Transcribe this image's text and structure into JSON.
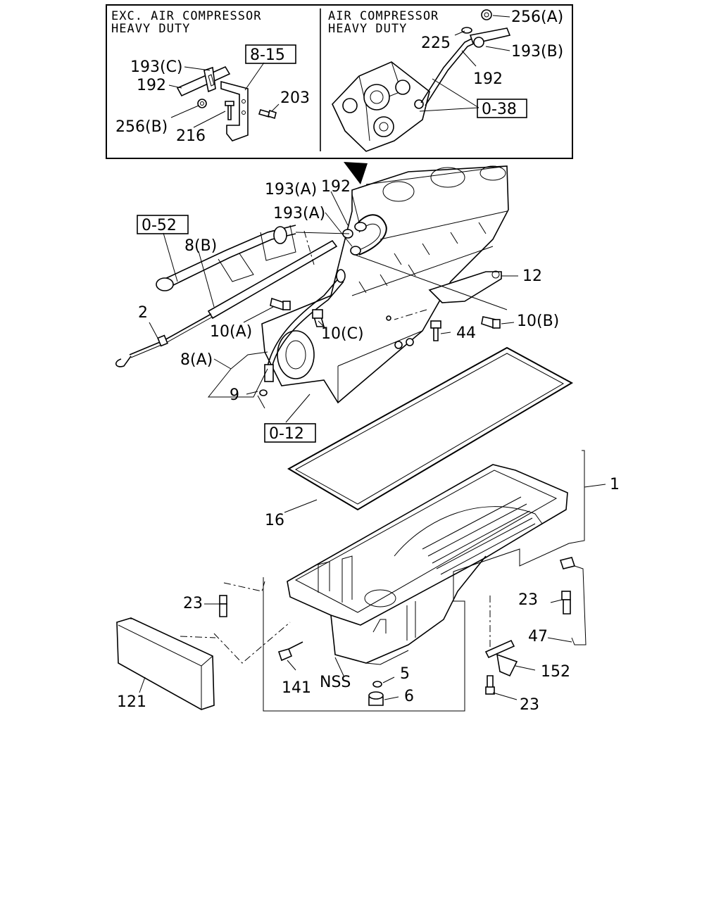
{
  "inset": {
    "left_header_line1": "EXC. AIR COMPRESSOR",
    "left_header_line2": "HEAVY DUTY",
    "right_header_line1": "AIR COMPRESSOR",
    "right_header_line2": "HEAVY DUTY"
  },
  "refs": {
    "r815": "8-15",
    "r038": "0-38",
    "r052": "0-52",
    "r012": "0-12"
  },
  "labels": {
    "l256a": "256(A)",
    "l225": "225",
    "l193b": "193(B)",
    "l192_ins": "192",
    "l193c": "193(C)",
    "l192_left": "192",
    "l203": "203",
    "l256b": "256(B)",
    "l216": "216",
    "l193a_top": "193(A)",
    "l192_main": "192",
    "l193a_2": "193(A)",
    "l8b": "8(B)",
    "l12": "12",
    "l2": "2",
    "l10a": "10(A)",
    "l10c": "10(C)",
    "l10b": "10(B)",
    "l44": "44",
    "l8a": "8(A)",
    "l9": "9",
    "l1": "1",
    "l16": "16",
    "l23a": "23",
    "l23b": "23",
    "l47": "47",
    "l152": "152",
    "l23c": "23",
    "l141": "141",
    "lnss": "NSS",
    "l5": "5",
    "l6": "6",
    "l121": "121"
  }
}
